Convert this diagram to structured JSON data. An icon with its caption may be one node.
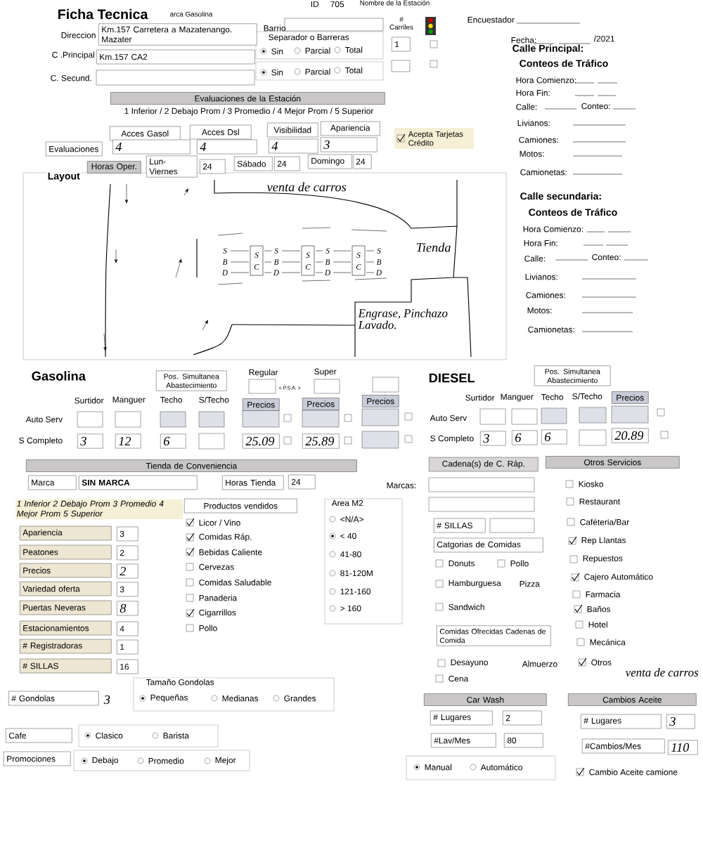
{
  "diagram": {
    "title": "Ficha Tecnica",
    "labels": [
      "arca Gasolina",
      "ID",
      "705",
      "Nombre de la Estación",
      "# Carriles",
      "Encuestador",
      "Direccion",
      "Km.157 Carretera a Mazatenango. Mazater",
      "Barrio",
      "Separador o Barreras",
      "Fecha:",
      "/2021",
      "Calle Principal:",
      "C .Principal",
      "Km.157 CA2",
      "Sin",
      "Parcial",
      "Total",
      "1",
      "Conteos de Tráfico",
      "C. Secund.",
      "Sin",
      "Parcial",
      "Total",
      "Hora Comienzo:",
      "Hora Fin:",
      "Calle:",
      "Conteo:",
      "Livianos:",
      "Camiones:",
      "Motos:",
      "Camionetas:",
      "Evaluaciones de la Estación",
      "1 Inferior / 2 Debajo Prom / 3 Promedio / 4 Mejor Prom / 5 Superior",
      "Acces Gasol",
      "Acces Dsl",
      "Visibilidad",
      "Apariencia",
      "Acepta Tarjetas Crédito",
      "Evaluaciones",
      "4",
      "4",
      "4",
      "3",
      "Horas Oper.",
      "Lun-Viernes",
      "24",
      "Sábado",
      "24",
      "Domingo",
      "24",
      "Layout",
      "Calle secundaria:",
      "venta de carros",
      "Conteos de Tráfico",
      "Hora Comienzo:",
      "Hora Fin:",
      "Calle:",
      "Conteo:",
      "Tienda",
      "S",
      "B",
      "D",
      "S",
      "C",
      "S",
      "B",
      "D",
      "S",
      "C",
      "S",
      "B",
      "D",
      "S",
      "C",
      "S",
      "B",
      "D",
      "Livianos:",
      "Camiones:",
      "Motos:",
      "Engrase, Pinchazo Lavado.",
      "Camionetas:",
      "Gasolina",
      "Pos. Simultanea Abastecimiento",
      "Regular",
      "Super",
      "DIESEL",
      "Pos. Simultanea Abastecimiento",
      "< P.S.A. >",
      "Surtidor",
      "Manguer",
      "Techo",
      "S/Techo",
      "Surtidor",
      "Manguer",
      "Techo",
      "S/Techo",
      "Precios",
      "Precios",
      "Precios",
      "Precios",
      "Auto Serv",
      "Auto Serv",
      "S Completo",
      "3",
      "12",
      "6",
      "25.09",
      "25.89",
      "S Completo",
      "3",
      "6",
      "6",
      "20.89",
      "Tienda de Conveniencia",
      "Marca",
      "SIN MARCA",
      "Horas Tienda",
      "24",
      "Marcas:",
      "Cadena(s) de C. Ráp.",
      "Otros Servicios",
      "1 Inferior 2 Debajo Prom 3 Promedio 4 Mejor Prom 5 Superior",
      "Productos vendidos",
      "Area M2",
      "Apariencia",
      "3",
      "Peatones",
      "2",
      "Precios",
      "2",
      "Variedad oferta",
      "3",
      "Puertas Neveras",
      "8",
      "Estacionamientos",
      "4",
      "# Registradoras",
      "1",
      "# SILLAS",
      "16",
      "Licor / Vino",
      "Comidas Ráp.",
      "Bebidas Caliente",
      "Cervezas",
      "Comidas Saludable",
      "Panaderia",
      "Cigarrillos",
      "Pollo",
      "<N/A>",
      "< 40",
      "41-80",
      "81-120M",
      "121-160",
      "> 160",
      "# Gondolas",
      "3",
      "Tamaño Gondolas",
      "Pequeñas",
      "Medianas",
      "Grandes",
      "Cafe",
      "Clasico",
      "Barista",
      "Promociones",
      "Debajo",
      "Promedio",
      "Mejor",
      "# SILLAS",
      "Catgorias de Comidas",
      "Donuts",
      "Pollo",
      "Hamburguesa",
      "Pizza",
      "Sandwich",
      "Comidas Ofrecidas Cadenas de Comida",
      "Desayuno",
      "Almuerzo",
      "Cena",
      "Kiosko",
      "Restaurant",
      "Caféteria/Bar",
      "Rep Llantas",
      "Repuestos",
      "Cajero Automático",
      "Farmacia",
      "Baños",
      "Hotel",
      "Mecánica",
      "Otros",
      "venta de carros",
      "Car Wash",
      "# Lugares",
      "2",
      "#Lav/Mes",
      "80",
      "Manual",
      "Automático",
      "Cambios Aceite",
      "# Lugares",
      "3",
      "#Cambios/Mes",
      "110",
      "Cambio Aceite camione"
    ]
  }
}
